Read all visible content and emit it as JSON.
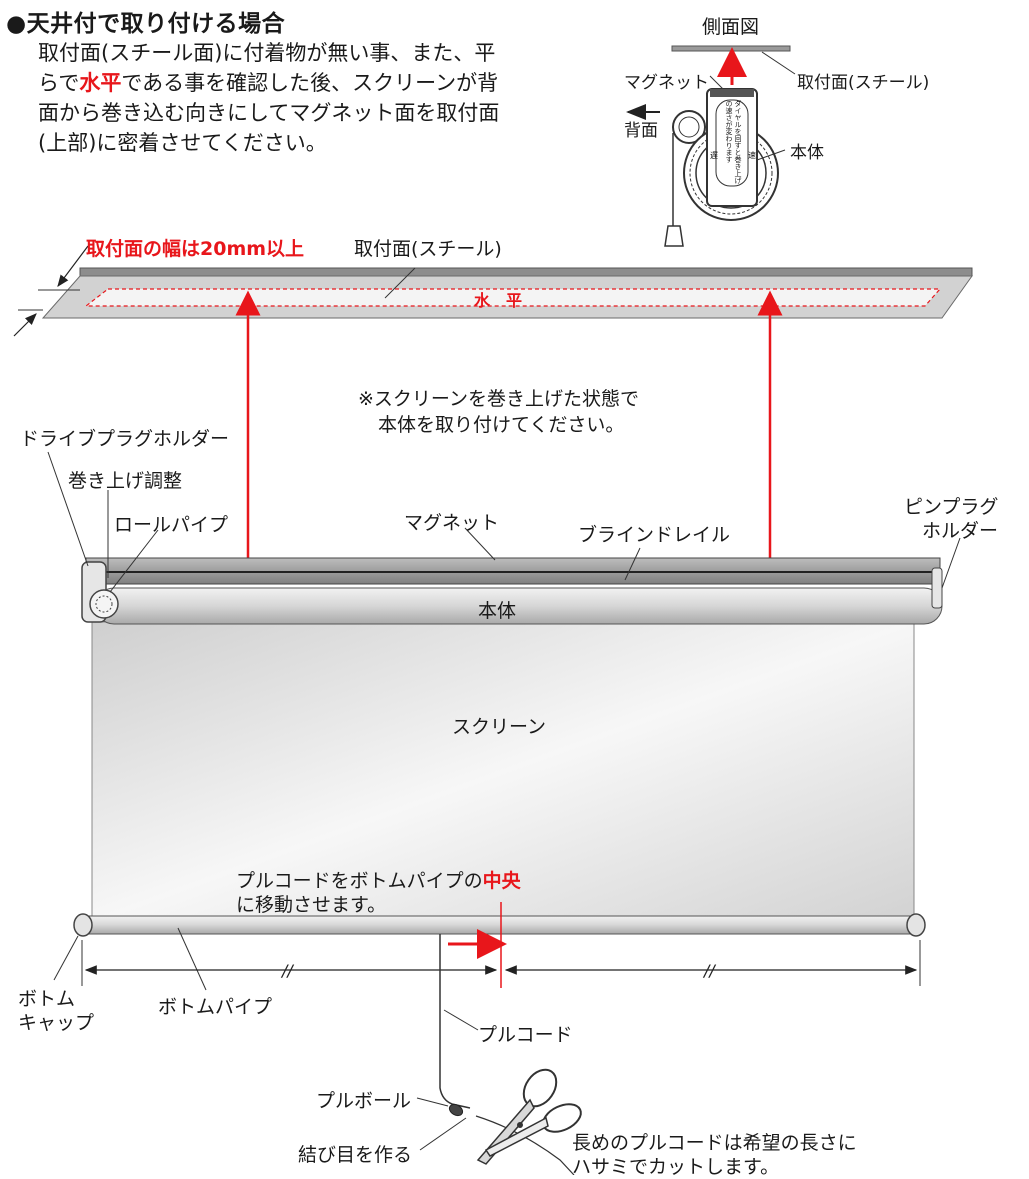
{
  "header": {
    "title": "●天井付で取り付ける場合",
    "intro_1": "取付面(スチール面)に付着物が無い事、また、平らで",
    "intro_red": "水平",
    "intro_2": "である事を確認した後、スクリーンが背面から巻き込む向きにしてマグネット面を取付面(上部)に密着させてください。"
  },
  "side_view": {
    "title": "側面図",
    "magnet": "マグネット",
    "mount_surface": "取付面(スチール)",
    "back": "背面",
    "body": "本体",
    "dial_text": "ダイヤルを回すと巻き上げの速さが変わります",
    "slow": "遅",
    "fast": "速"
  },
  "main": {
    "width_note": "取付面の幅は20mm以上",
    "mount_surface": "取付面(スチール)",
    "level": "水　平",
    "note_1": "※スクリーンを巻き上げた状態で",
    "note_2": "本体を取り付けてください。",
    "drive_plug_holder": "ドライブプラグホルダー",
    "roll_adjust": "巻き上げ調整",
    "roll_pipe": "ロールパイプ",
    "magnet": "マグネット",
    "blind_rail": "ブラインドレイル",
    "pin_plug_holder_1": "ピンプラグ",
    "pin_plug_holder_2": "ホルダー",
    "body": "本体",
    "screen": "スクリーン",
    "pullcord_note_1": "プルコードをボトムパイプの",
    "pullcord_note_red": "中央",
    "pullcord_note_2": "に移動させます。",
    "bottom_cap_1": "ボトム",
    "bottom_cap_2": "キャップ",
    "bottom_pipe": "ボトムパイプ",
    "pull_cord": "プルコード",
    "pull_ball": "プルボール",
    "knot": "結び目を作る",
    "cut_note_1": "長めのプルコードは希望の長さに",
    "cut_note_2": "ハサミでカットします。"
  }
}
